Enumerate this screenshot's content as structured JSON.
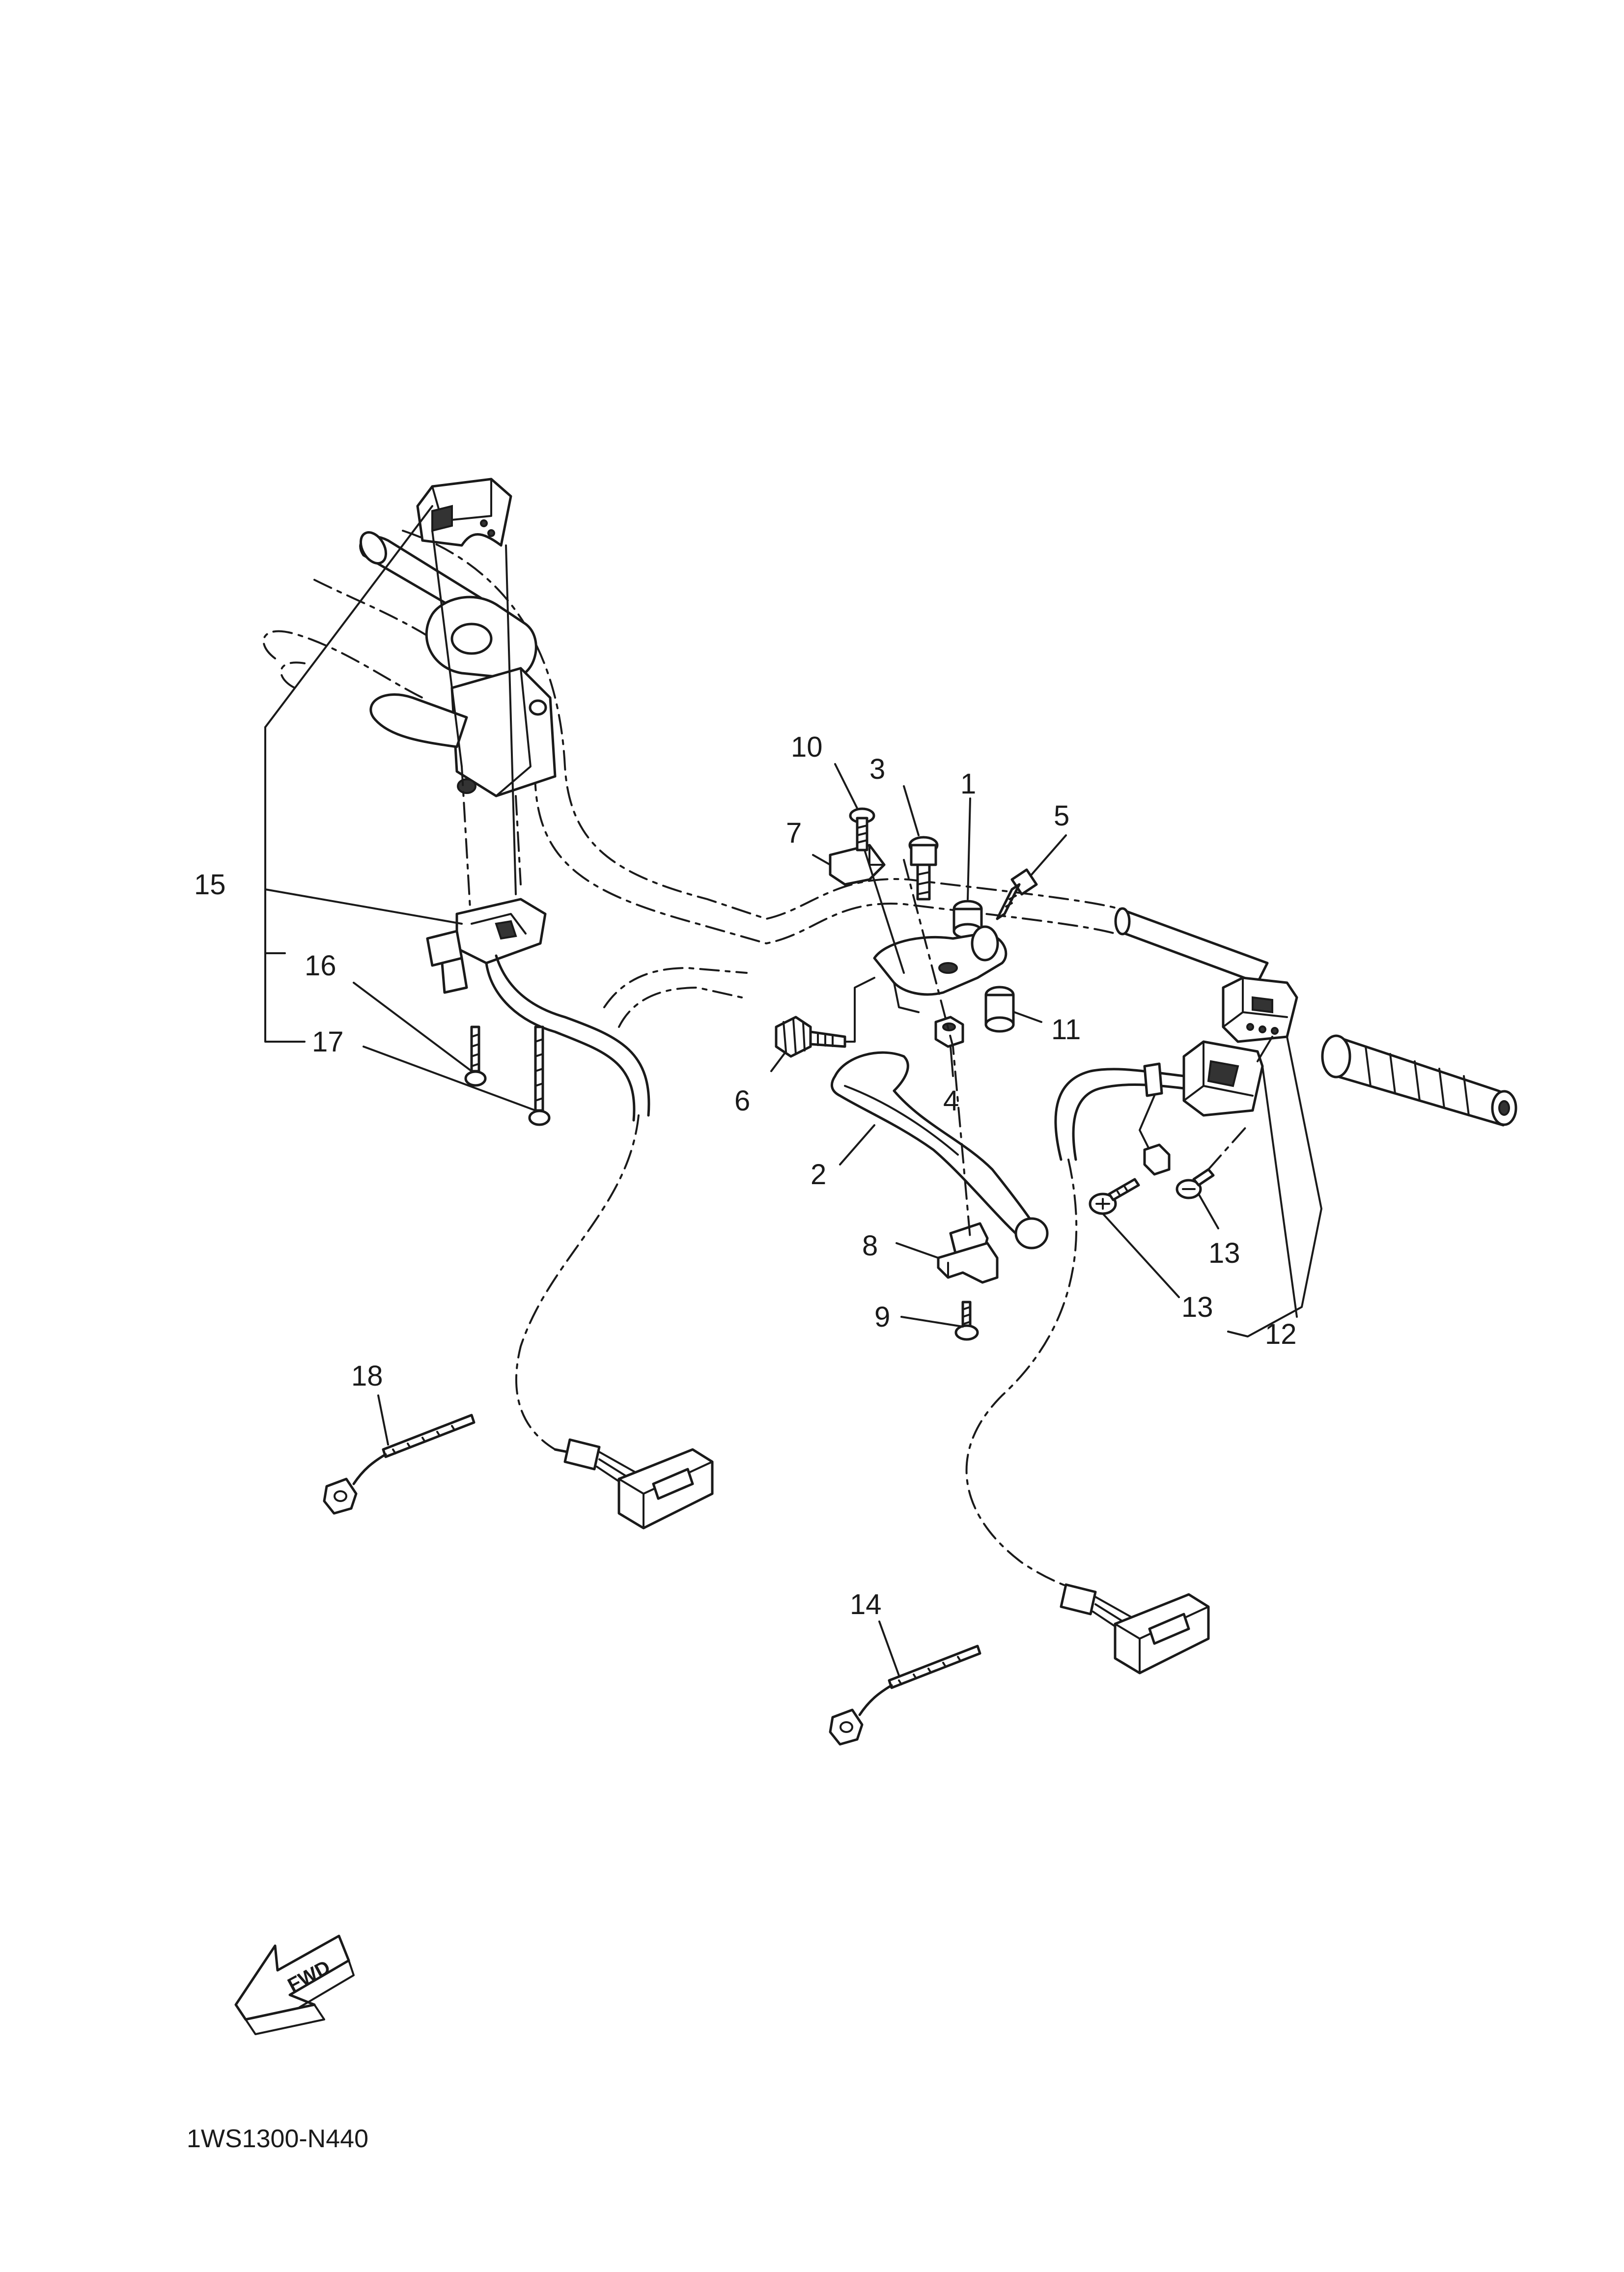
{
  "diagram": {
    "callouts": [
      {
        "id": "1",
        "text": "1"
      },
      {
        "id": "2",
        "text": "2"
      },
      {
        "id": "3",
        "text": "3"
      },
      {
        "id": "4",
        "text": "4"
      },
      {
        "id": "5",
        "text": "5"
      },
      {
        "id": "6",
        "text": "6"
      },
      {
        "id": "7",
        "text": "7"
      },
      {
        "id": "8",
        "text": "8"
      },
      {
        "id": "9",
        "text": "9"
      },
      {
        "id": "10",
        "text": "10"
      },
      {
        "id": "11",
        "text": "11"
      },
      {
        "id": "12",
        "text": "12"
      },
      {
        "id": "13a",
        "text": "13"
      },
      {
        "id": "13b",
        "text": "13"
      },
      {
        "id": "14",
        "text": "14"
      },
      {
        "id": "15",
        "text": "15"
      },
      {
        "id": "16",
        "text": "16"
      },
      {
        "id": "17",
        "text": "17"
      },
      {
        "id": "18",
        "text": "18"
      }
    ],
    "forward_arrow": "FWD",
    "diagram_code": "1WS1300-N440"
  }
}
